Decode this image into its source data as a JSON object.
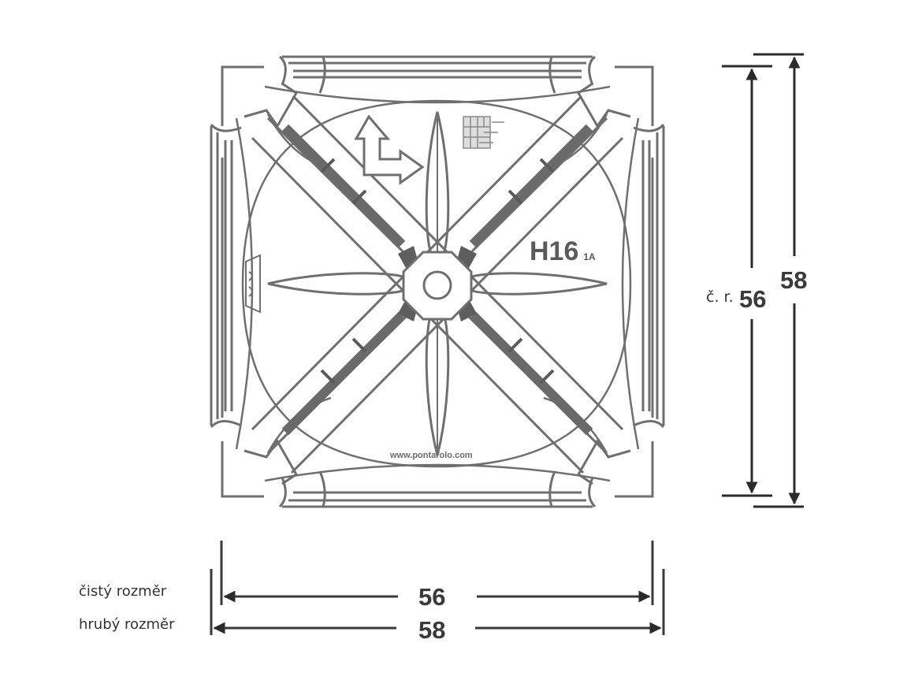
{
  "diagram": {
    "subject": "square grave lid / well cover top view",
    "model_label": "H16",
    "model_suffix": "1A",
    "website": "www.pontarolo.com",
    "center_feature": "octagonal hub with circular hole",
    "arms": 8
  },
  "dimensions": {
    "horizontal": {
      "inner_value": "56",
      "outer_value": "58"
    },
    "vertical": {
      "inner_prefix": "č. r.",
      "inner_value": "56",
      "outer_value": "58"
    }
  },
  "legend": {
    "clean_size_label": "čistý rozměr",
    "rough_size_label": "hrubý rozměr"
  },
  "colors": {
    "line": "#6b6b6b",
    "dark_line": "#2b2b2b",
    "background": "#ffffff",
    "text": "#333333"
  }
}
